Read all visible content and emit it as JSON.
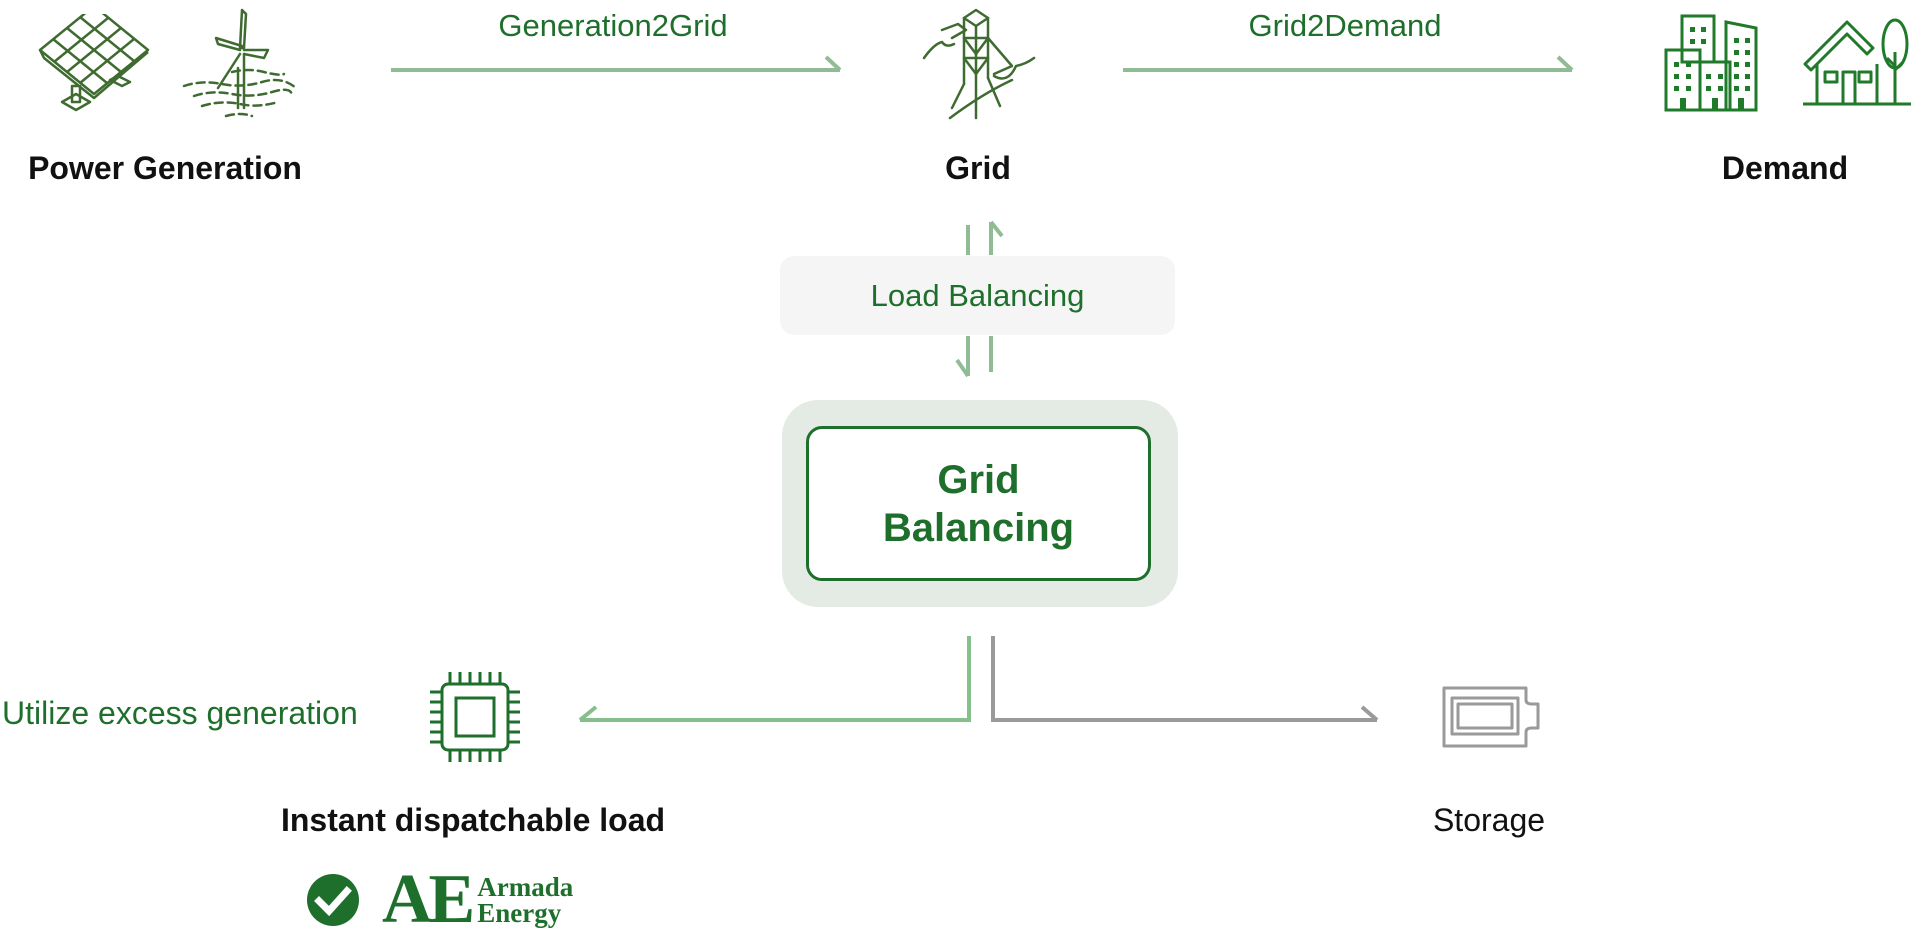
{
  "nodes": {
    "power_generation": "Power Generation",
    "grid": "Grid",
    "demand": "Demand",
    "dispatchable_load": "Instant dispatchable load",
    "storage": "Storage"
  },
  "flows": {
    "generation_to_grid": "Generation2Grid",
    "grid_to_demand": "Grid2Demand",
    "load_balancing": "Load Balancing",
    "utilize_excess": "Utilize excess generation"
  },
  "center": {
    "line1": "Grid",
    "line2": "Balancing"
  },
  "logo": {
    "mark": "AE",
    "name_line1": "Armada",
    "name_line2": "Energy"
  },
  "icons": [
    "solar-panel-icon",
    "offshore-wind-turbine-icon",
    "transmission-tower-icon",
    "city-buildings-icon",
    "house-tree-icon",
    "chip-icon",
    "battery-icon",
    "check-circle-icon"
  ],
  "colors": {
    "brand_green": "#1f6f2c",
    "arrow_green": "#8fbc94",
    "arrow_gray": "#9a9a9a",
    "panel_gray": "#f5f5f5",
    "halo_green": "#e3ebe4"
  }
}
